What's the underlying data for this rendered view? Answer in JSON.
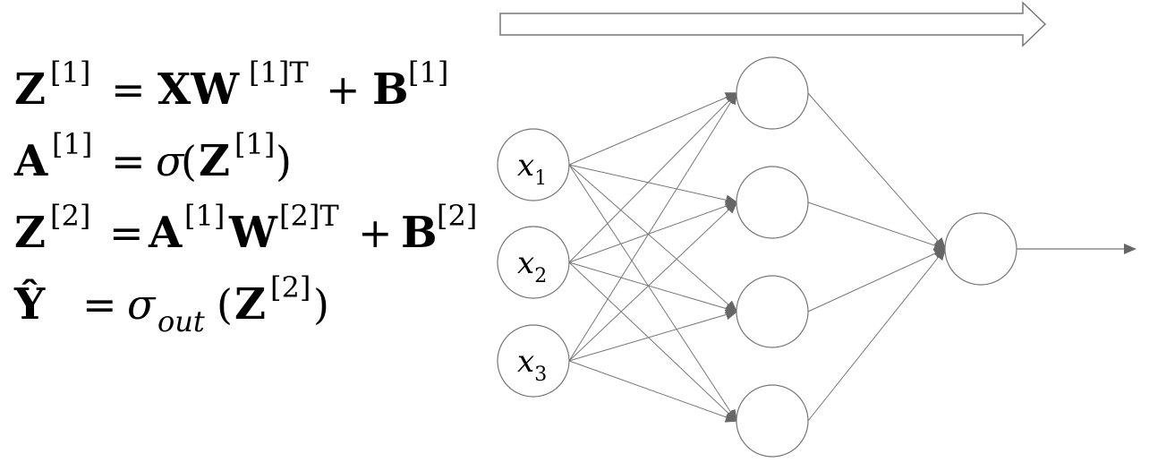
{
  "equations": [
    {
      "id": "z1",
      "parts": [
        "Z",
        "[1]",
        "=",
        "XW",
        "[1]T",
        "+",
        "B",
        "[1]"
      ]
    },
    {
      "id": "a1",
      "parts": [
        "A",
        "[1]",
        "=",
        "σ",
        "(",
        "Z",
        "[1]",
        ")"
      ]
    },
    {
      "id": "z2",
      "parts": [
        "Z",
        "[2]",
        "=",
        "A",
        "[1]",
        "W",
        "[2]T",
        "+",
        "B",
        "[2]"
      ]
    },
    {
      "id": "yhat",
      "parts": [
        "Ŷ",
        "=",
        "σ",
        "out",
        "(",
        "Z",
        "[2]",
        ")"
      ]
    }
  ],
  "network": {
    "inputs": [
      {
        "var": "x",
        "sub": "1"
      },
      {
        "var": "x",
        "sub": "2"
      },
      {
        "var": "x",
        "sub": "3"
      }
    ],
    "hidden_count": 4,
    "output_count": 1,
    "stroke_color": "#777777",
    "arrow_color": "#666666"
  },
  "direction_arrow": "forward-propagation-arrow"
}
